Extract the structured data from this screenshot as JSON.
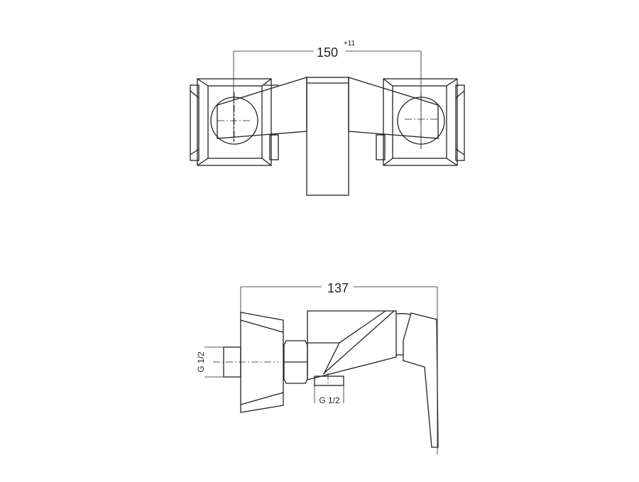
{
  "top_view": {
    "width_dimension": "150",
    "width_tolerance": "+11"
  },
  "side_view": {
    "depth_dimension": "137",
    "inlet_thread": "G 1/2",
    "outlet_thread": "G 1/2"
  },
  "colors": {
    "line": "#231f20",
    "background": "#ffffff"
  }
}
